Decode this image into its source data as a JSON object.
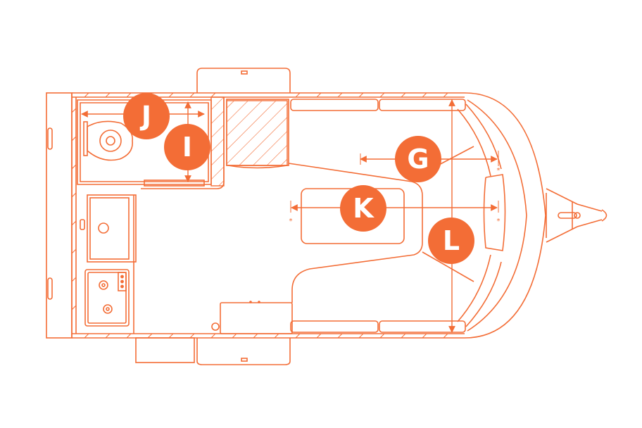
{
  "diagram": {
    "accent": "#f36d36",
    "background": "#ffffff",
    "markers": [
      {
        "id": "J",
        "label": "J",
        "meaning": "bathroom-width"
      },
      {
        "id": "I",
        "label": "I",
        "meaning": "bathroom-depth"
      },
      {
        "id": "G",
        "label": "G",
        "meaning": "seat-length"
      },
      {
        "id": "K",
        "label": "K",
        "meaning": "bed-length"
      },
      {
        "id": "L",
        "label": "L",
        "meaning": "bed-width"
      }
    ]
  }
}
